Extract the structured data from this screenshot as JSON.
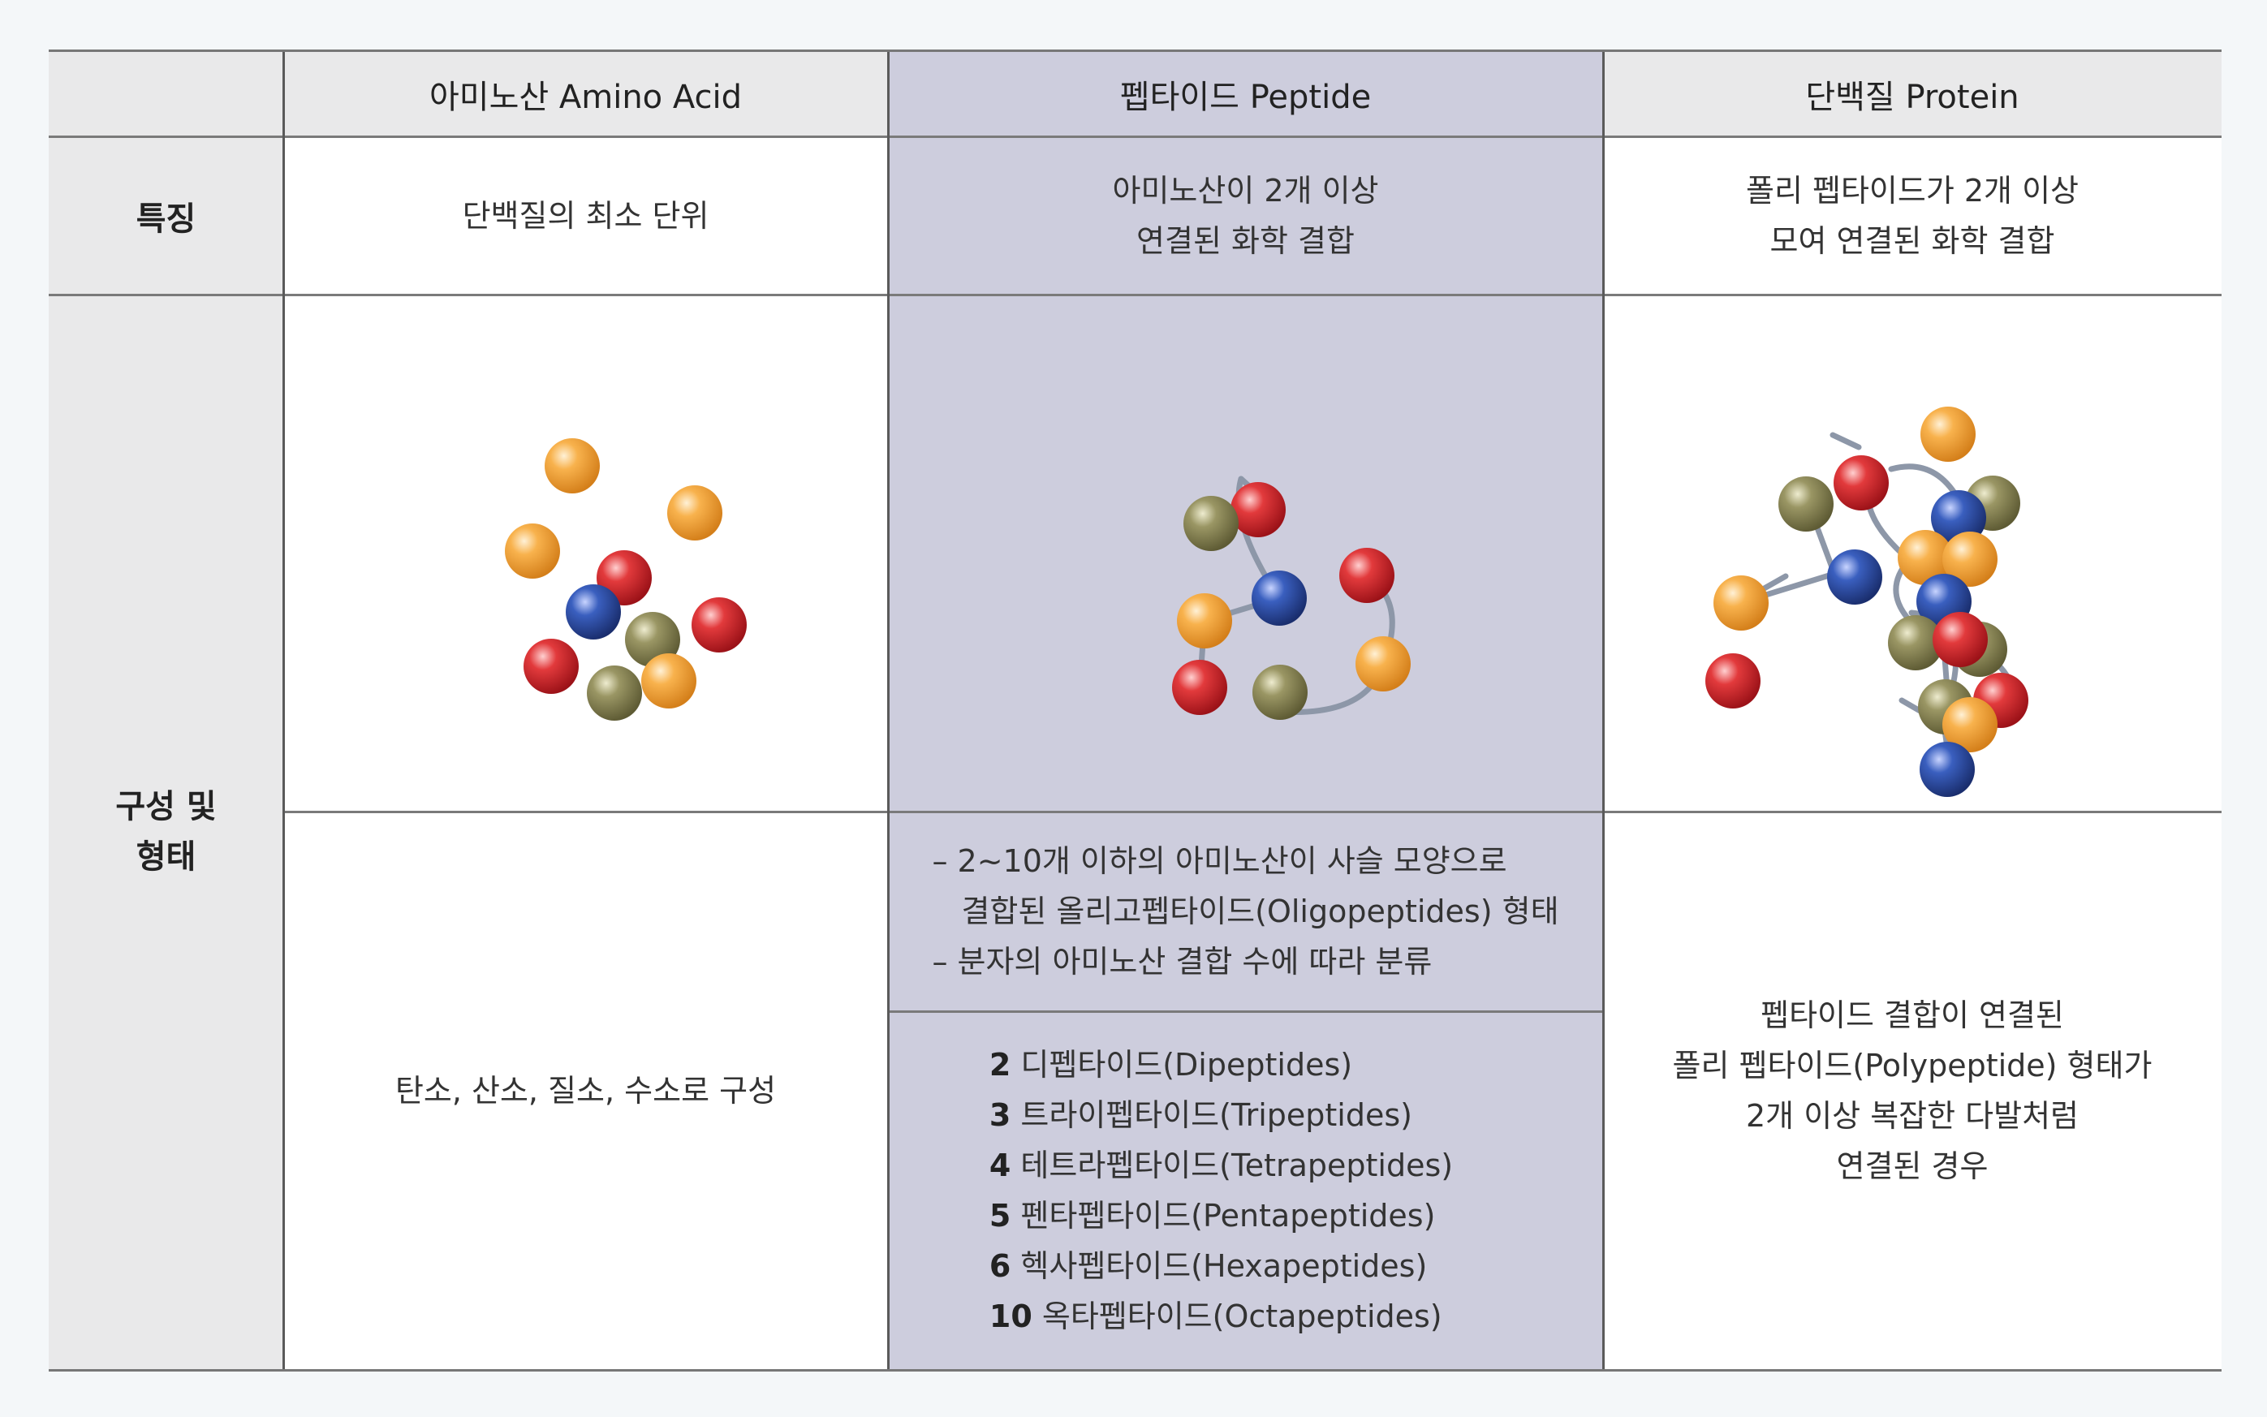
{
  "header": {
    "amino": "아미노산 Amino Acid",
    "peptide": "펩타이드 Peptide",
    "protein": "단백질 Protein"
  },
  "rows": {
    "feature_label": "특징",
    "structure_label_1": "구성 및",
    "structure_label_2": "형태"
  },
  "feature": {
    "amino": "단백질의 최소 단위",
    "peptide_1": "아미노산이 2개 이상",
    "peptide_2": "연결된 화학 결합",
    "protein_1": "폴리 펩타이드가 2개 이상",
    "protein_2": "모여 연결된 화학 결합"
  },
  "composition": {
    "amino": "탄소, 산소, 질소, 수소로 구성",
    "peptide_desc": [
      "– 2~10개 이하의 아미노산이 사슬 모양으로",
      "결합된 올리고펩타이드(Oligopeptides) 형태",
      "– 분자의 아미노산 결합 수에 따라 분류"
    ],
    "peptide_types": [
      {
        "num": "2",
        "name": "디펩타이드(Dipeptides)"
      },
      {
        "num": "3",
        "name": "트라이펩타이드(Tripeptides)"
      },
      {
        "num": "4",
        "name": "테트라펩타이드(Tetrapeptides)"
      },
      {
        "num": "5",
        "name": "펜타펩타이드(Pentapeptides)"
      },
      {
        "num": "6",
        "name": "헥사펩타이드(Hexapeptides)"
      },
      {
        "num": "10",
        "name": "옥타펩타이드(Octapeptides)"
      }
    ],
    "protein": [
      "펩타이드 결합이 연결된",
      "폴리 펩타이드(Polypeptide) 형태가",
      "2개 이상 복잡한 다발처럼",
      "연결된 경우"
    ]
  },
  "colors": {
    "peptide_column": "#cdcddd",
    "header_bg": "#e9e9ea",
    "sphere_orange": "#f5a742",
    "sphere_red": "#d8282e",
    "sphere_blue": "#2f4fa5",
    "sphere_olive": "#8e8a5a",
    "bond": "#8d97a8"
  }
}
